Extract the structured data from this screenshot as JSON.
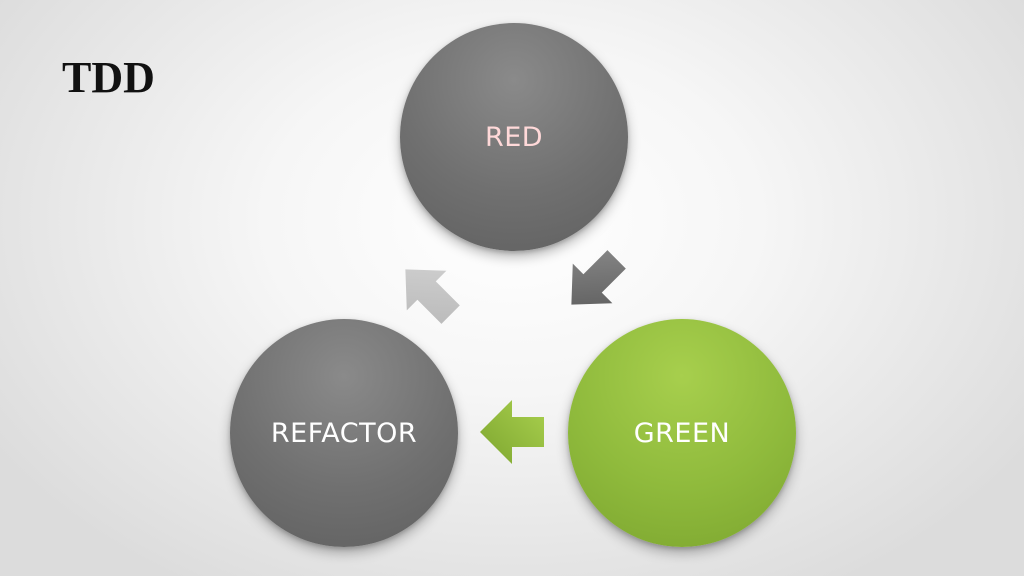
{
  "slide": {
    "title": "TDD"
  },
  "diagram": {
    "nodes": [
      {
        "id": "red",
        "label": "RED"
      },
      {
        "id": "green",
        "label": "GREEN"
      },
      {
        "id": "refactor",
        "label": "REFACTOR"
      }
    ],
    "colors": {
      "gray": "#6e6e6e",
      "green": "#8fba3c",
      "light_gray": "#c4c4c4",
      "red_text": "#ffd9d9"
    }
  }
}
